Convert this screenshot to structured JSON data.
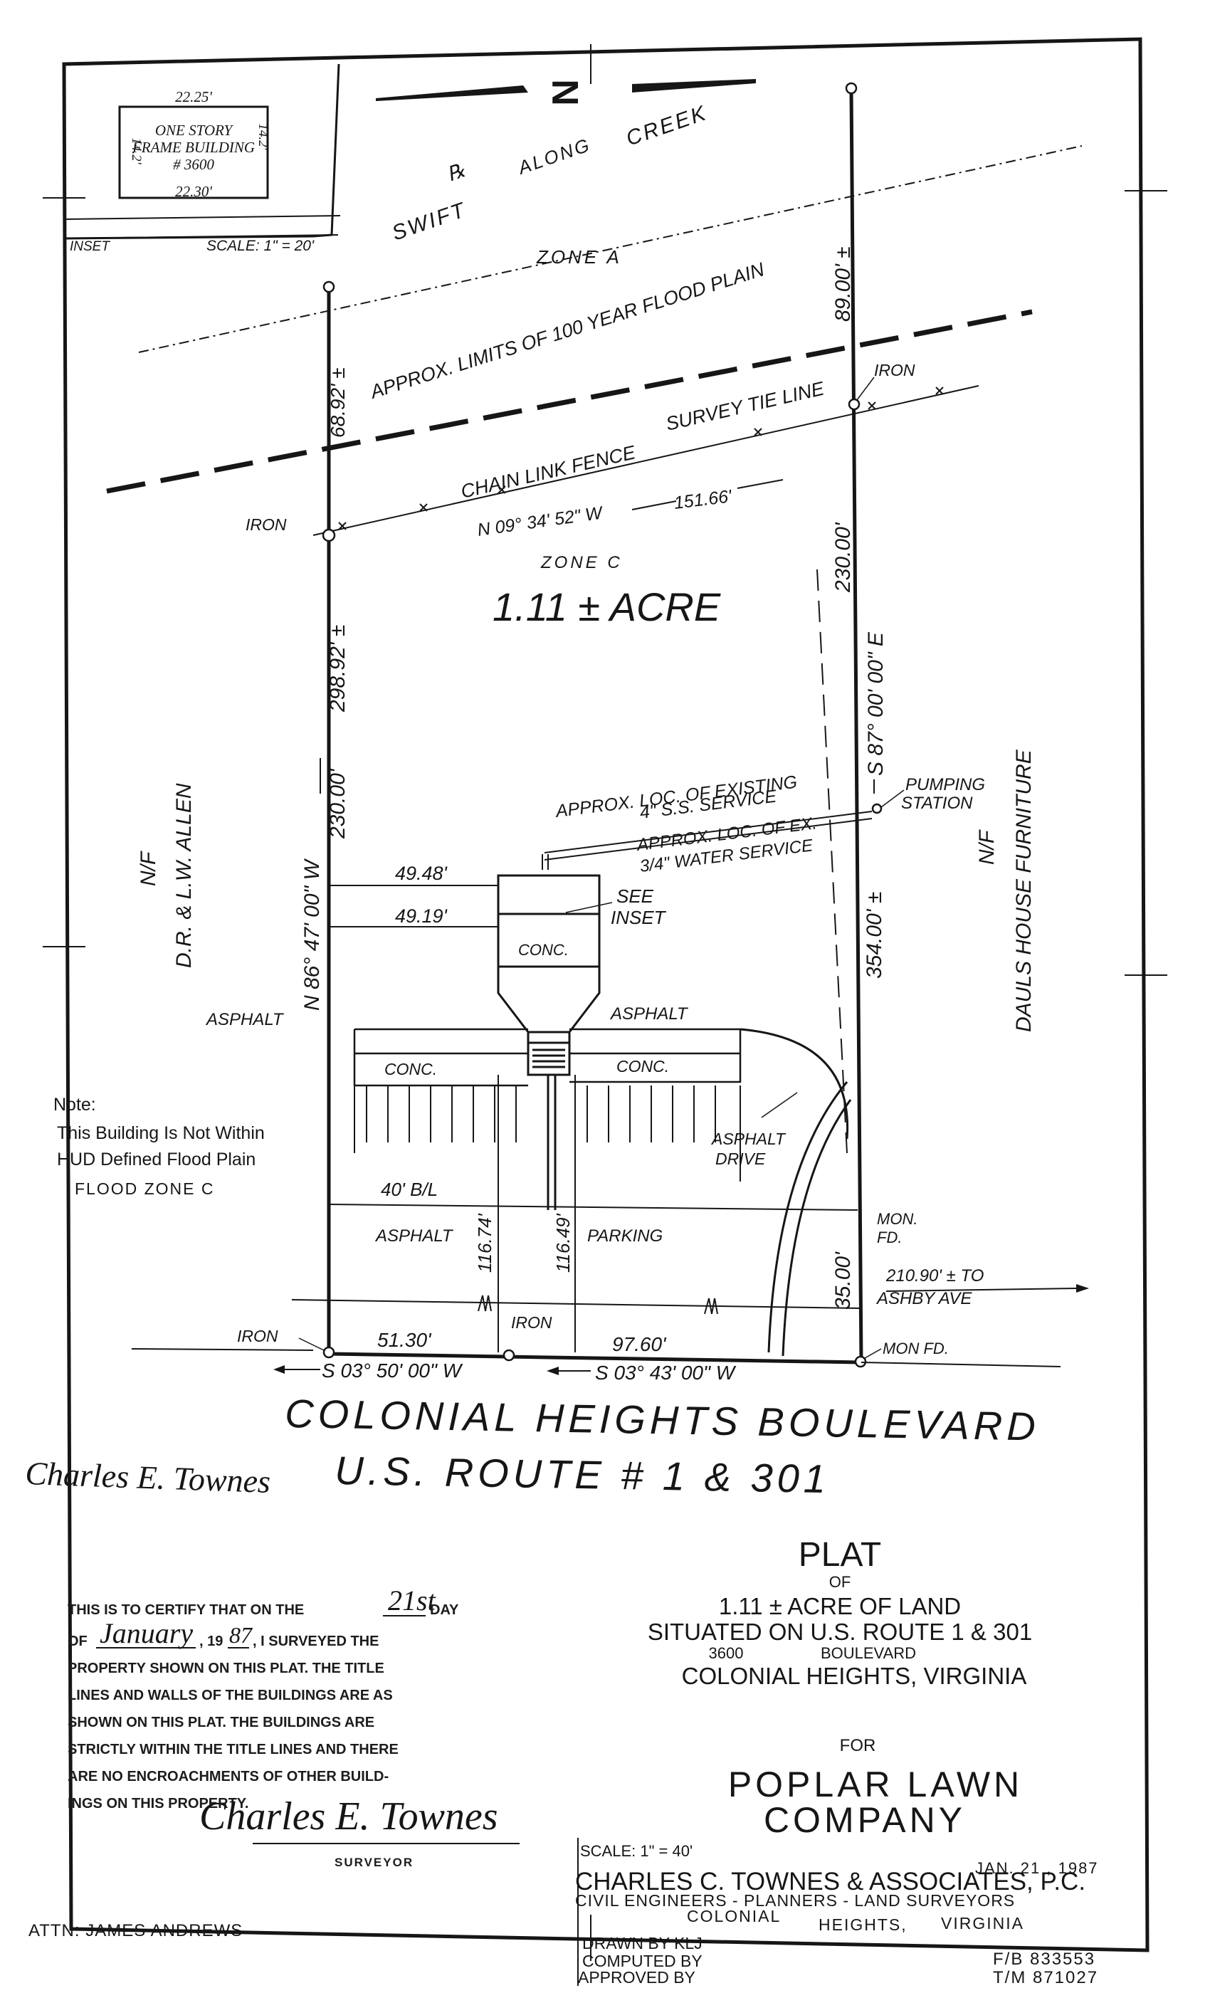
{
  "inset": {
    "label": "INSET",
    "scale": "SCALE: 1\" = 20'",
    "top_dim": "22.25'",
    "bottom_dim": "22.30'",
    "left_dim": "14.2'",
    "right_dim": "14.2'",
    "building_line1": "ONE STORY",
    "building_line2": "FRAME BUILDING",
    "building_line3": "# 3600"
  },
  "north_arrow": "N",
  "creek": {
    "w1": "SWIFT",
    "w2": "℞",
    "w3": "ALONG",
    "w4": "CREEK"
  },
  "zones": {
    "a": "ZONE  A",
    "c": "ZONE  C"
  },
  "flood_limit": "APPROX. LIMITS OF 100 YEAR FLOOD PLAIN",
  "tie_line": "SURVEY TIE LINE",
  "fence": "CHAIN LINK FENCE",
  "bearing_tie": "N 09° 34' 52\" W",
  "dist_tie": "151.66'",
  "acreage": "1.11 ± ACRE",
  "dims": {
    "left_top": "68.92' ±",
    "left_long": "298.92' ±",
    "left_230": "230.00'",
    "left_bearing": "N 86° 47' 00\" W",
    "right_top": "89.00' ±",
    "right_230": "230.00'",
    "right_bearing": "S 87° 00' 00\" E",
    "right_354": "354.00' ±",
    "right_35": "35.00'",
    "d_4948": "49.48'",
    "d_4919": "49.19'",
    "d_11674": "116.74'",
    "d_11649": "116.49'",
    "d_5130": "51.30'",
    "d_9760": "97.60'",
    "d_21090": "210.90' ± TO",
    "ashby": "ASHBY  AVE",
    "front_bearing_1": "S 03° 50' 00\" W",
    "front_bearing_2": "S 03° 43' 00\" W"
  },
  "markers": {
    "iron_1": "IRON",
    "iron_2": "IRON",
    "iron_3": "IRON",
    "iron_4": "IRON",
    "mon_fd_1": "MON.",
    "mon_fd_1b": "FD.",
    "mon_fd_2": "MON  FD."
  },
  "owners": {
    "left_1": "N/F",
    "left_2": "D.R. & L.W. ALLEN",
    "right_1": "N/F",
    "right_2": "DAULS  HOUSE  FURNITURE"
  },
  "utilities": {
    "sewer_1": "APPROX. LOC. OF EXISTING",
    "sewer_2": "4\" S.S. SERVICE",
    "water_1": "APPROX. LOC. OF EX.",
    "water_2": "3/4\" WATER SERVICE",
    "pump_1": "PUMPING",
    "pump_2": "STATION"
  },
  "site": {
    "see_inset_1": "SEE",
    "see_inset_2": "INSET",
    "conc_top": "CONC.",
    "asphalt_left": "ASPHALT",
    "asphalt_right": "ASPHALT",
    "conc_left": "CONC.",
    "conc_right": "CONC.",
    "asphalt_drive_1": "ASPHALT",
    "asphalt_drive_2": "DRIVE",
    "bl": "40' B/L",
    "asphalt_lot": "ASPHALT",
    "parking": "PARKING"
  },
  "note": {
    "l1": "Note:",
    "l2": "This Building Is Not Within",
    "l3": "HUD Defined Flood Plain",
    "l4": "FLOOD  ZONE  C"
  },
  "road": {
    "line1": "COLONIAL  HEIGHTS  BOULEVARD",
    "line2": "U.S.  ROUTE  # 1  & 301"
  },
  "title_block": {
    "plat": "PLAT",
    "of": "OF",
    "l1": "1.11 ± ACRE  OF  LAND",
    "l2": "SITUATED ON U.S. ROUTE 1 & 301",
    "l3a": "3600",
    "l3b": "BOULEVARD",
    "l4": "COLONIAL  HEIGHTS, VIRGINIA",
    "for": "FOR",
    "client1": "POPLAR  LAWN",
    "client2": "COMPANY"
  },
  "certificate": {
    "l1a": "THIS IS TO CERTIFY THAT ON THE",
    "day": "21st",
    "l1b": "DAY",
    "l2a": "OF",
    "month": "January",
    "l2b": ", 19",
    "year": "87",
    "l2c": ", I SURVEYED THE",
    "l3": "PROPERTY SHOWN ON THIS PLAT. THE TITLE",
    "l4": "LINES AND WALLS OF THE BUILDINGS ARE AS",
    "l5": "SHOWN ON THIS PLAT. THE BUILDINGS ARE",
    "l6": "STRICTLY WITHIN THE TITLE LINES AND THERE",
    "l7": "ARE NO ENCROACHMENTS OF OTHER BUILD-",
    "l8": "INGS ON THIS PROPERTY.",
    "signature": "Charles E. Townes",
    "surveyor": "SURVEYOR"
  },
  "firm": {
    "scale": "SCALE: 1\" = 40'",
    "date": "JAN.  21 , 1987",
    "name": "CHARLES  C.  TOWNES  &  ASSOCIATES,  P.C.",
    "sub": "CIVIL ENGINEERS  -  PLANNERS  -  LAND  SURVEYORS",
    "city1": "COLONIAL",
    "city2": "HEIGHTS,",
    "city3": "VIRGINIA",
    "drawn": "DRAWN  BY  KLJ",
    "computed": "COMPUTED  BY",
    "approved": "APPROVED  BY",
    "fb": "F/B  833553",
    "tm": "T/M  871027"
  },
  "attn": "ATTN: JAMES ANDREWS",
  "margin_signature": "Charles E. Townes"
}
